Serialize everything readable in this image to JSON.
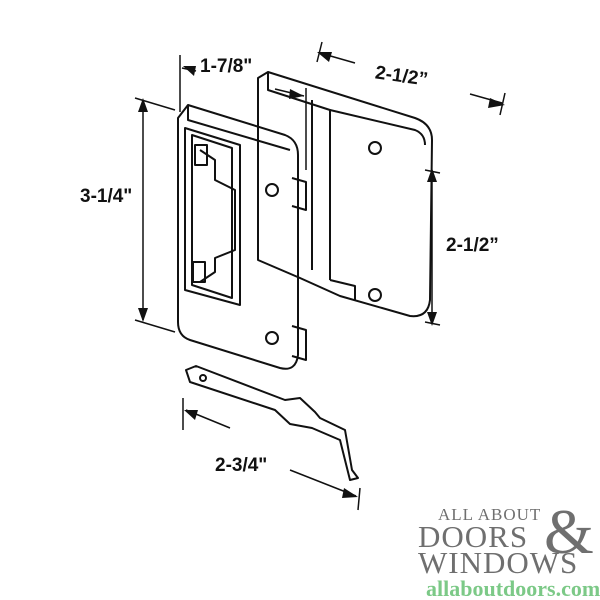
{
  "dimensions": {
    "handle_width": "1-7/8\"",
    "plate_width": "2-1/2”",
    "handle_height": "3-1/4\"",
    "hole_spacing": "2-1/2”",
    "latch_length": "2-3/4\""
  },
  "logo": {
    "line1": "ALL ABOUT",
    "line2": "DOORS",
    "ampersand": "&",
    "line3": "WINDOWS",
    "url": "allaboutdoors.com",
    "text_color": "#6f6f6f",
    "url_color": "#7cc987"
  }
}
